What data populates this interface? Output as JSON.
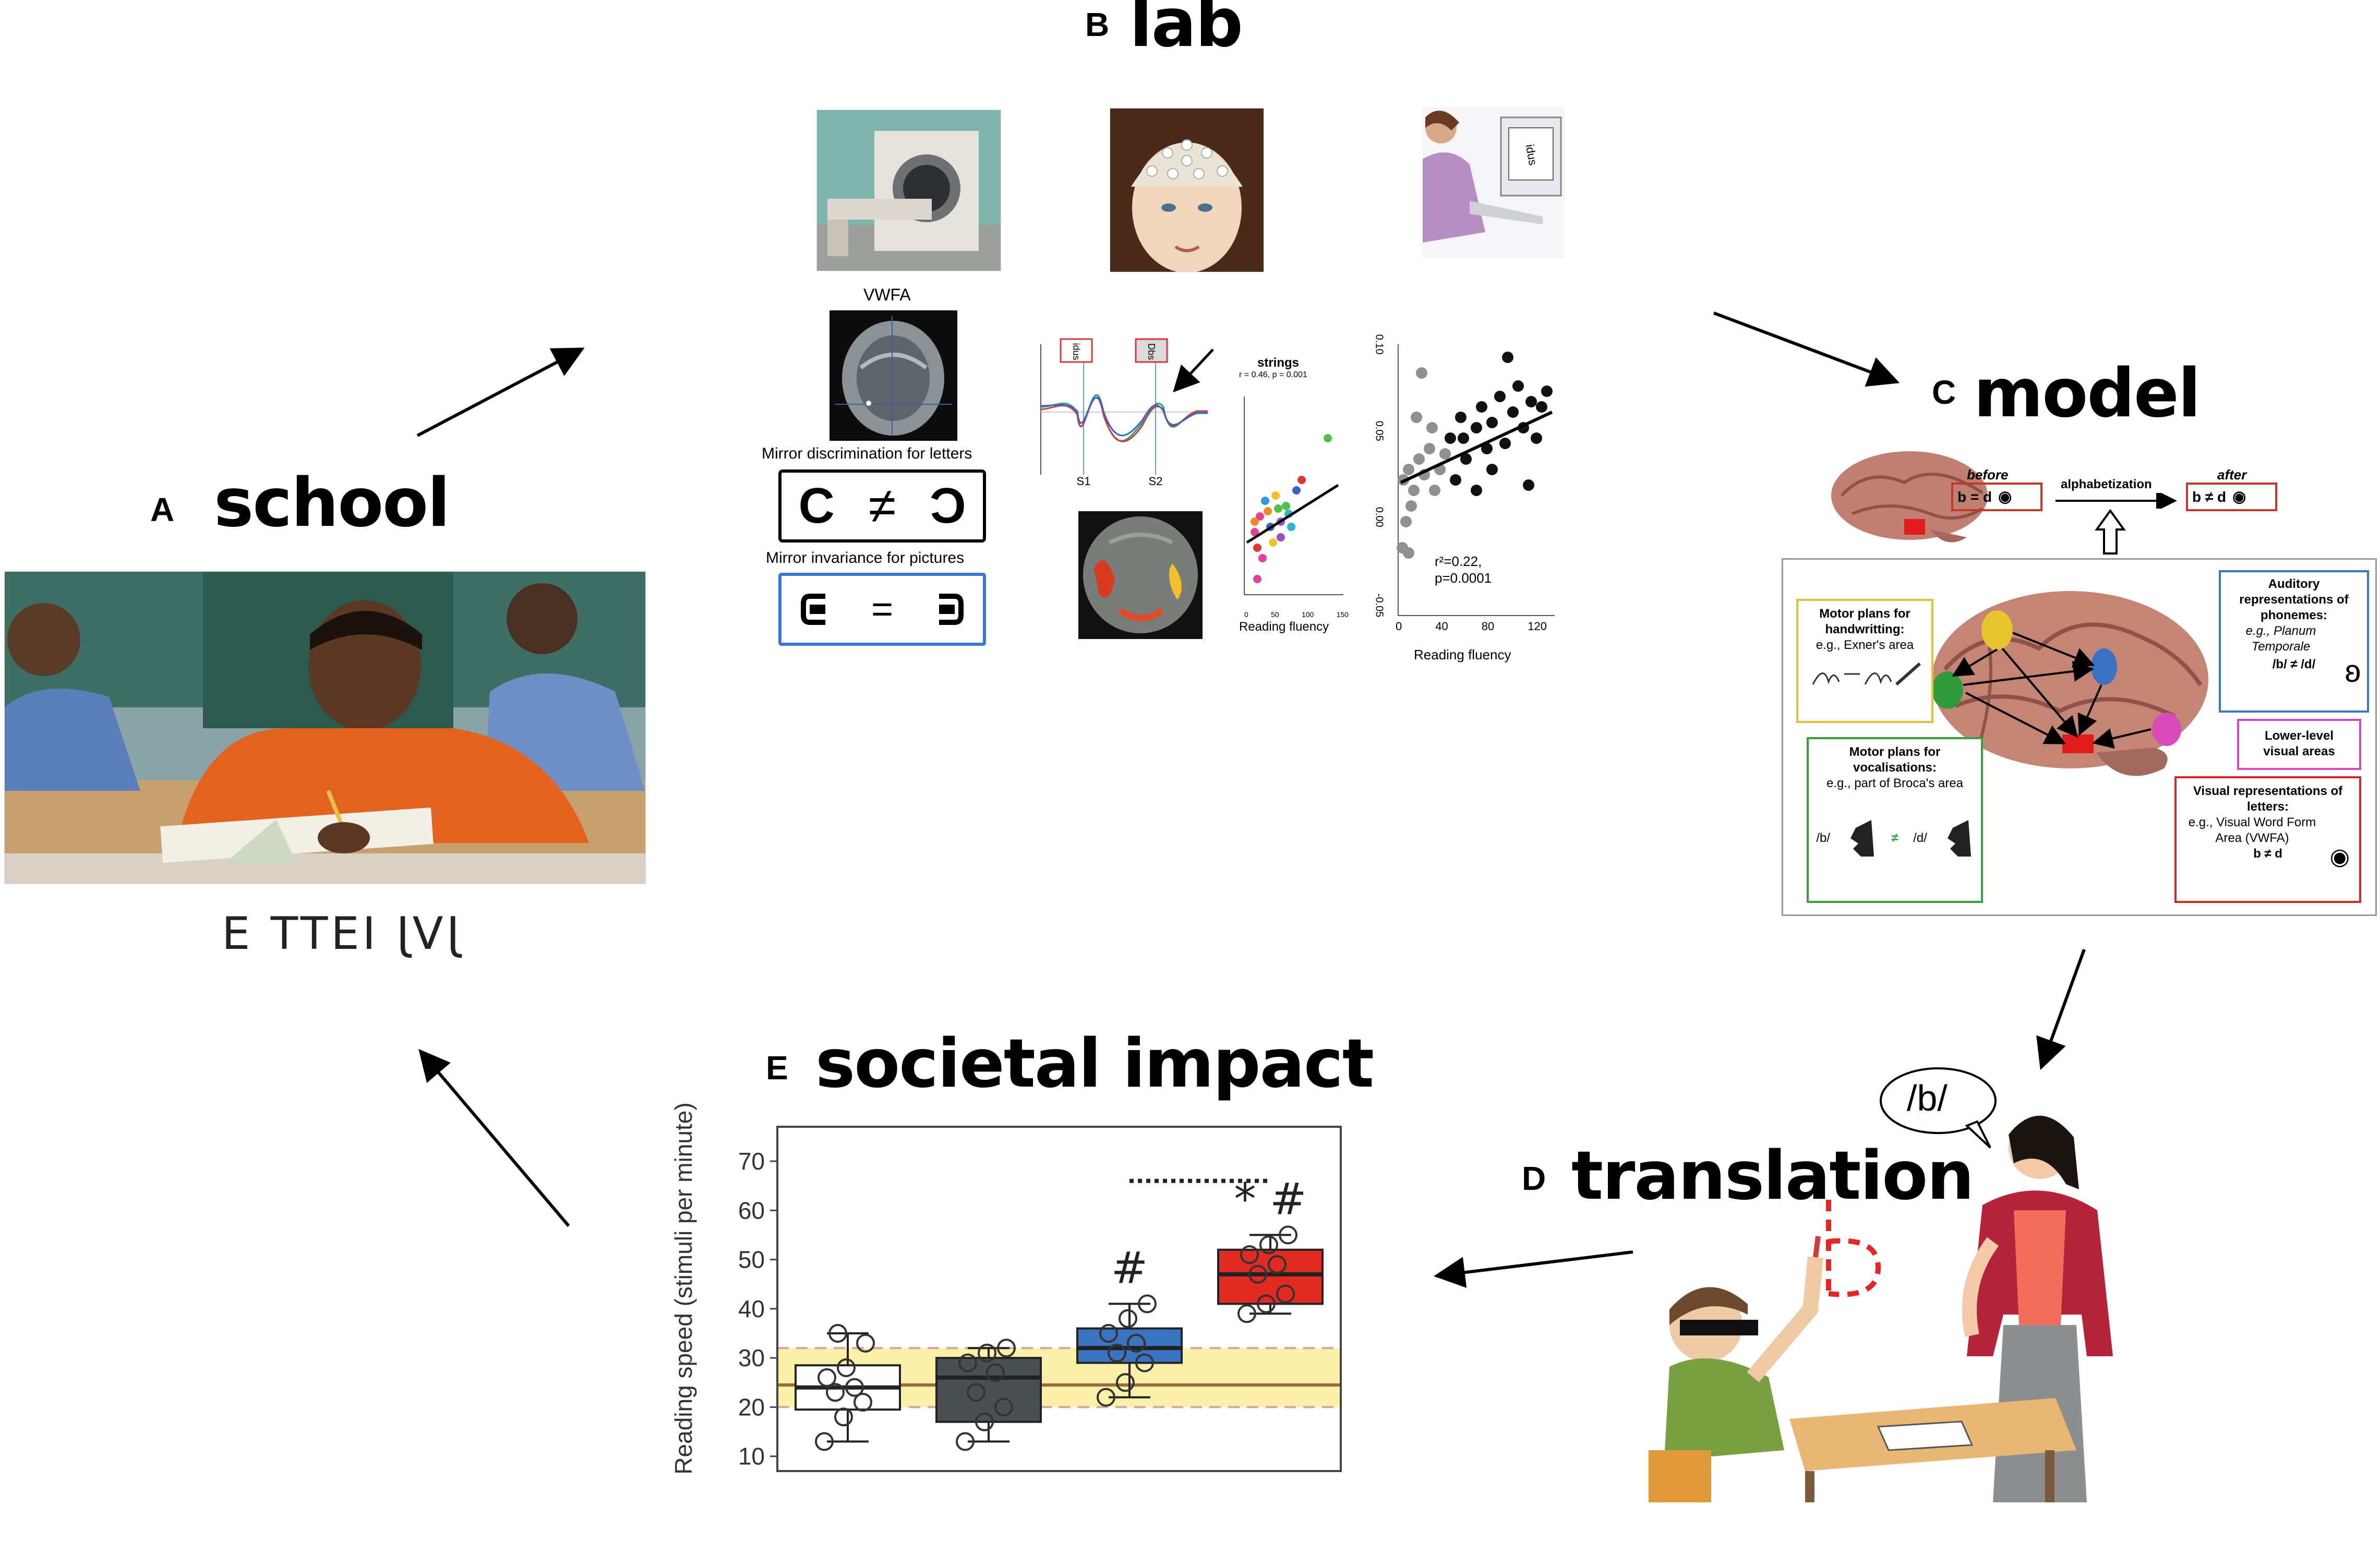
{
  "panels": {
    "a": {
      "letter": "A",
      "title": "school",
      "mirror_text": "ƎTTƎI JVJ"
    },
    "b": {
      "letter": "B",
      "title": "lab",
      "vwfa_label": "VWFA",
      "mirror_letters_label": "Mirror discrimination for letters",
      "mirror_pictures_label": "Mirror invariance for pictures",
      "letters_symbol_left": "C",
      "letters_symbol_mid": "≠",
      "letters_symbol_right": "Ɔ",
      "pictures_symbol_mid": "=",
      "erp_tags": [
        "idus",
        "Dbs"
      ],
      "erp_s_labels": [
        "S1",
        "S2"
      ],
      "strings_label": "strings",
      "strings_stat": "r = 0.46, p = 0.001",
      "small_xlabel": "Reading fluency",
      "small_xticks": [
        "0",
        "50",
        "100",
        "150"
      ],
      "large_yticks": [
        "0.10",
        "0.05",
        "0.00",
        "-0.05"
      ],
      "large_xticks": [
        "0",
        "40",
        "80",
        "120"
      ],
      "large_xlabel": "Reading fluency",
      "large_stat": "r²=0.22, p=0.0001",
      "screen_word": "idus"
    },
    "c": {
      "letter": "C",
      "title": "model",
      "before": "before",
      "after": "after",
      "alphabetization": "alphabetization",
      "before_eq": "b = d",
      "after_eq": "b ≠ d",
      "motor_hand_title": "Motor plans for handwritting:",
      "motor_hand_eg": "e.g., Exner's area",
      "auditory_title": "Auditory representations of phonemes:",
      "auditory_eg": "e.g., Planum Temporale",
      "auditory_eq": "/b/ ≠ /d/",
      "lower_title": "Lower-level visual areas",
      "motor_voc_title": "Motor plans for vocalisations:",
      "motor_voc_eg": "e.g., part of Broca's area",
      "motor_voc_b": "/b/",
      "motor_voc_ne": "≠",
      "motor_voc_d": "/d/",
      "visual_title": "Visual representations of letters:",
      "visual_eg": "e.g., Visual Word Form Area (VWFA)",
      "visual_eq": "b ≠ d"
    },
    "d": {
      "letter": "D",
      "title": "translation",
      "speech": "/b/"
    },
    "e": {
      "letter": "E",
      "title": "societal impact"
    }
  },
  "colors": {
    "motor_hand": "#e2c23a",
    "auditory": "#3a78c2",
    "lower": "#d24bb8",
    "motor_voc": "#3aa041",
    "visual": "#d6282a",
    "before_box": "#c0392b"
  },
  "chart_data": {
    "type": "box",
    "ylabel": "Reading speed (stimuli per minute)",
    "ylim": [
      7,
      77
    ],
    "yticks": [
      10,
      20,
      30,
      40,
      50,
      60,
      70
    ],
    "reference_band": [
      20,
      32
    ],
    "reference_line": 24.5,
    "groups": [
      {
        "fill": "#ffffff",
        "q1": 19.5,
        "median": 24,
        "q3": 28.5,
        "whisker_low": 13,
        "whisker_high": 35,
        "points": [
          13,
          18,
          21,
          23,
          24,
          26,
          28,
          33,
          35
        ],
        "annotation": ""
      },
      {
        "fill": "#4a4f52",
        "q1": 17,
        "median": 26,
        "q3": 30,
        "whisker_low": 13,
        "whisker_high": 32,
        "points": [
          13,
          17,
          20,
          23,
          27,
          29,
          31,
          32
        ],
        "annotation": ""
      },
      {
        "fill": "#3a74c0",
        "q1": 29,
        "median": 32,
        "q3": 36,
        "whisker_low": 22,
        "whisker_high": 41,
        "points": [
          22,
          25,
          29,
          31,
          33,
          35,
          38,
          41
        ],
        "annotation": "#"
      },
      {
        "fill": "#e02a22",
        "q1": 41,
        "median": 47,
        "q3": 52,
        "whisker_low": 39,
        "whisker_high": 55,
        "points": [
          39,
          41,
          43,
          47,
          49,
          51,
          53,
          55
        ],
        "annotation": "* #"
      }
    ],
    "significance_bar": {
      "from": 2,
      "to": 3
    }
  }
}
